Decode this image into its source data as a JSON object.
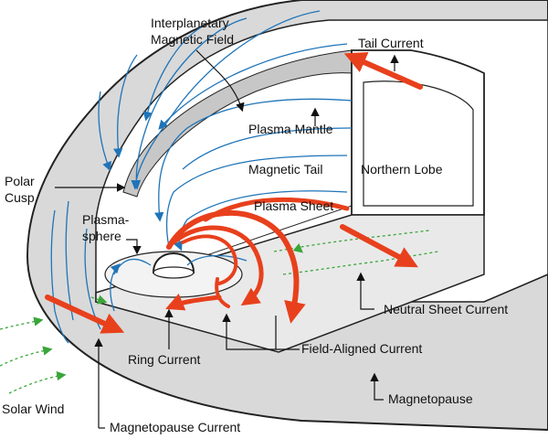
{
  "labels": {
    "interplanetary_field_line1": "Interplanetary",
    "interplanetary_field_line2": "Magnetic Field",
    "tail_current": "Tail Current",
    "plasma_mantle": "Plasma Mantle",
    "magnetic_tail": "Magnetic Tail",
    "northern_lobe": "Northern Lobe",
    "polar_cusp_line1": "Polar",
    "polar_cusp_line2": "Cusp",
    "plasmasphere_line1": "Plasma-",
    "plasmasphere_line2": "sphere",
    "plasma_sheet": "Plasma Sheet",
    "neutral_sheet_current": "Neutral Sheet Current",
    "ring_current": "Ring Current",
    "field_aligned_current": "Field-Aligned Current",
    "solar_wind": "Solar Wind",
    "magnetopause": "Magnetopause",
    "magnetopause_current": "Magnetopause Current"
  },
  "colors": {
    "current_arrow": "#e8401c",
    "field_line": "#1f74b8",
    "solar_wind_line": "#3aa63a",
    "surface_shade": "#d6d6d6",
    "outline": "#222222"
  }
}
